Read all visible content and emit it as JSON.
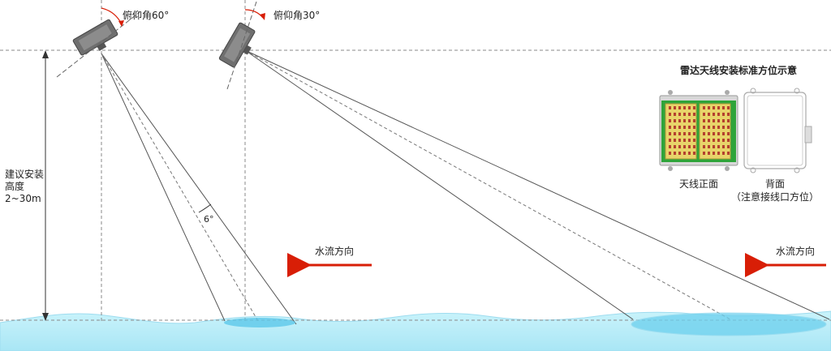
{
  "diagram": {
    "radar_left": {
      "pitch_label": "俯仰角60°"
    },
    "radar_right": {
      "pitch_label": "俯仰角30°"
    },
    "beam_angle_label": "6°",
    "height_label": {
      "line1": "建议安装",
      "line2": "高度",
      "line3": "2~30m"
    },
    "flow_label_middle": "水流方向",
    "flow_label_right": "水流方向",
    "inset": {
      "title": "雷达天线安装标准方位示意",
      "front_caption": "天线正面",
      "back_caption_line1": "背面",
      "back_caption_line2": "（注意接线口方位）"
    },
    "colors": {
      "water_fill": "#b8eef8",
      "water_edge": "#8fd8ee",
      "spot_fill": "#5cc8ea",
      "arrow_red": "#d81e06",
      "dashed": "#8a8a8a",
      "pcb_green": "#2fa43a",
      "patch_yellow": "#e8d46a"
    }
  }
}
